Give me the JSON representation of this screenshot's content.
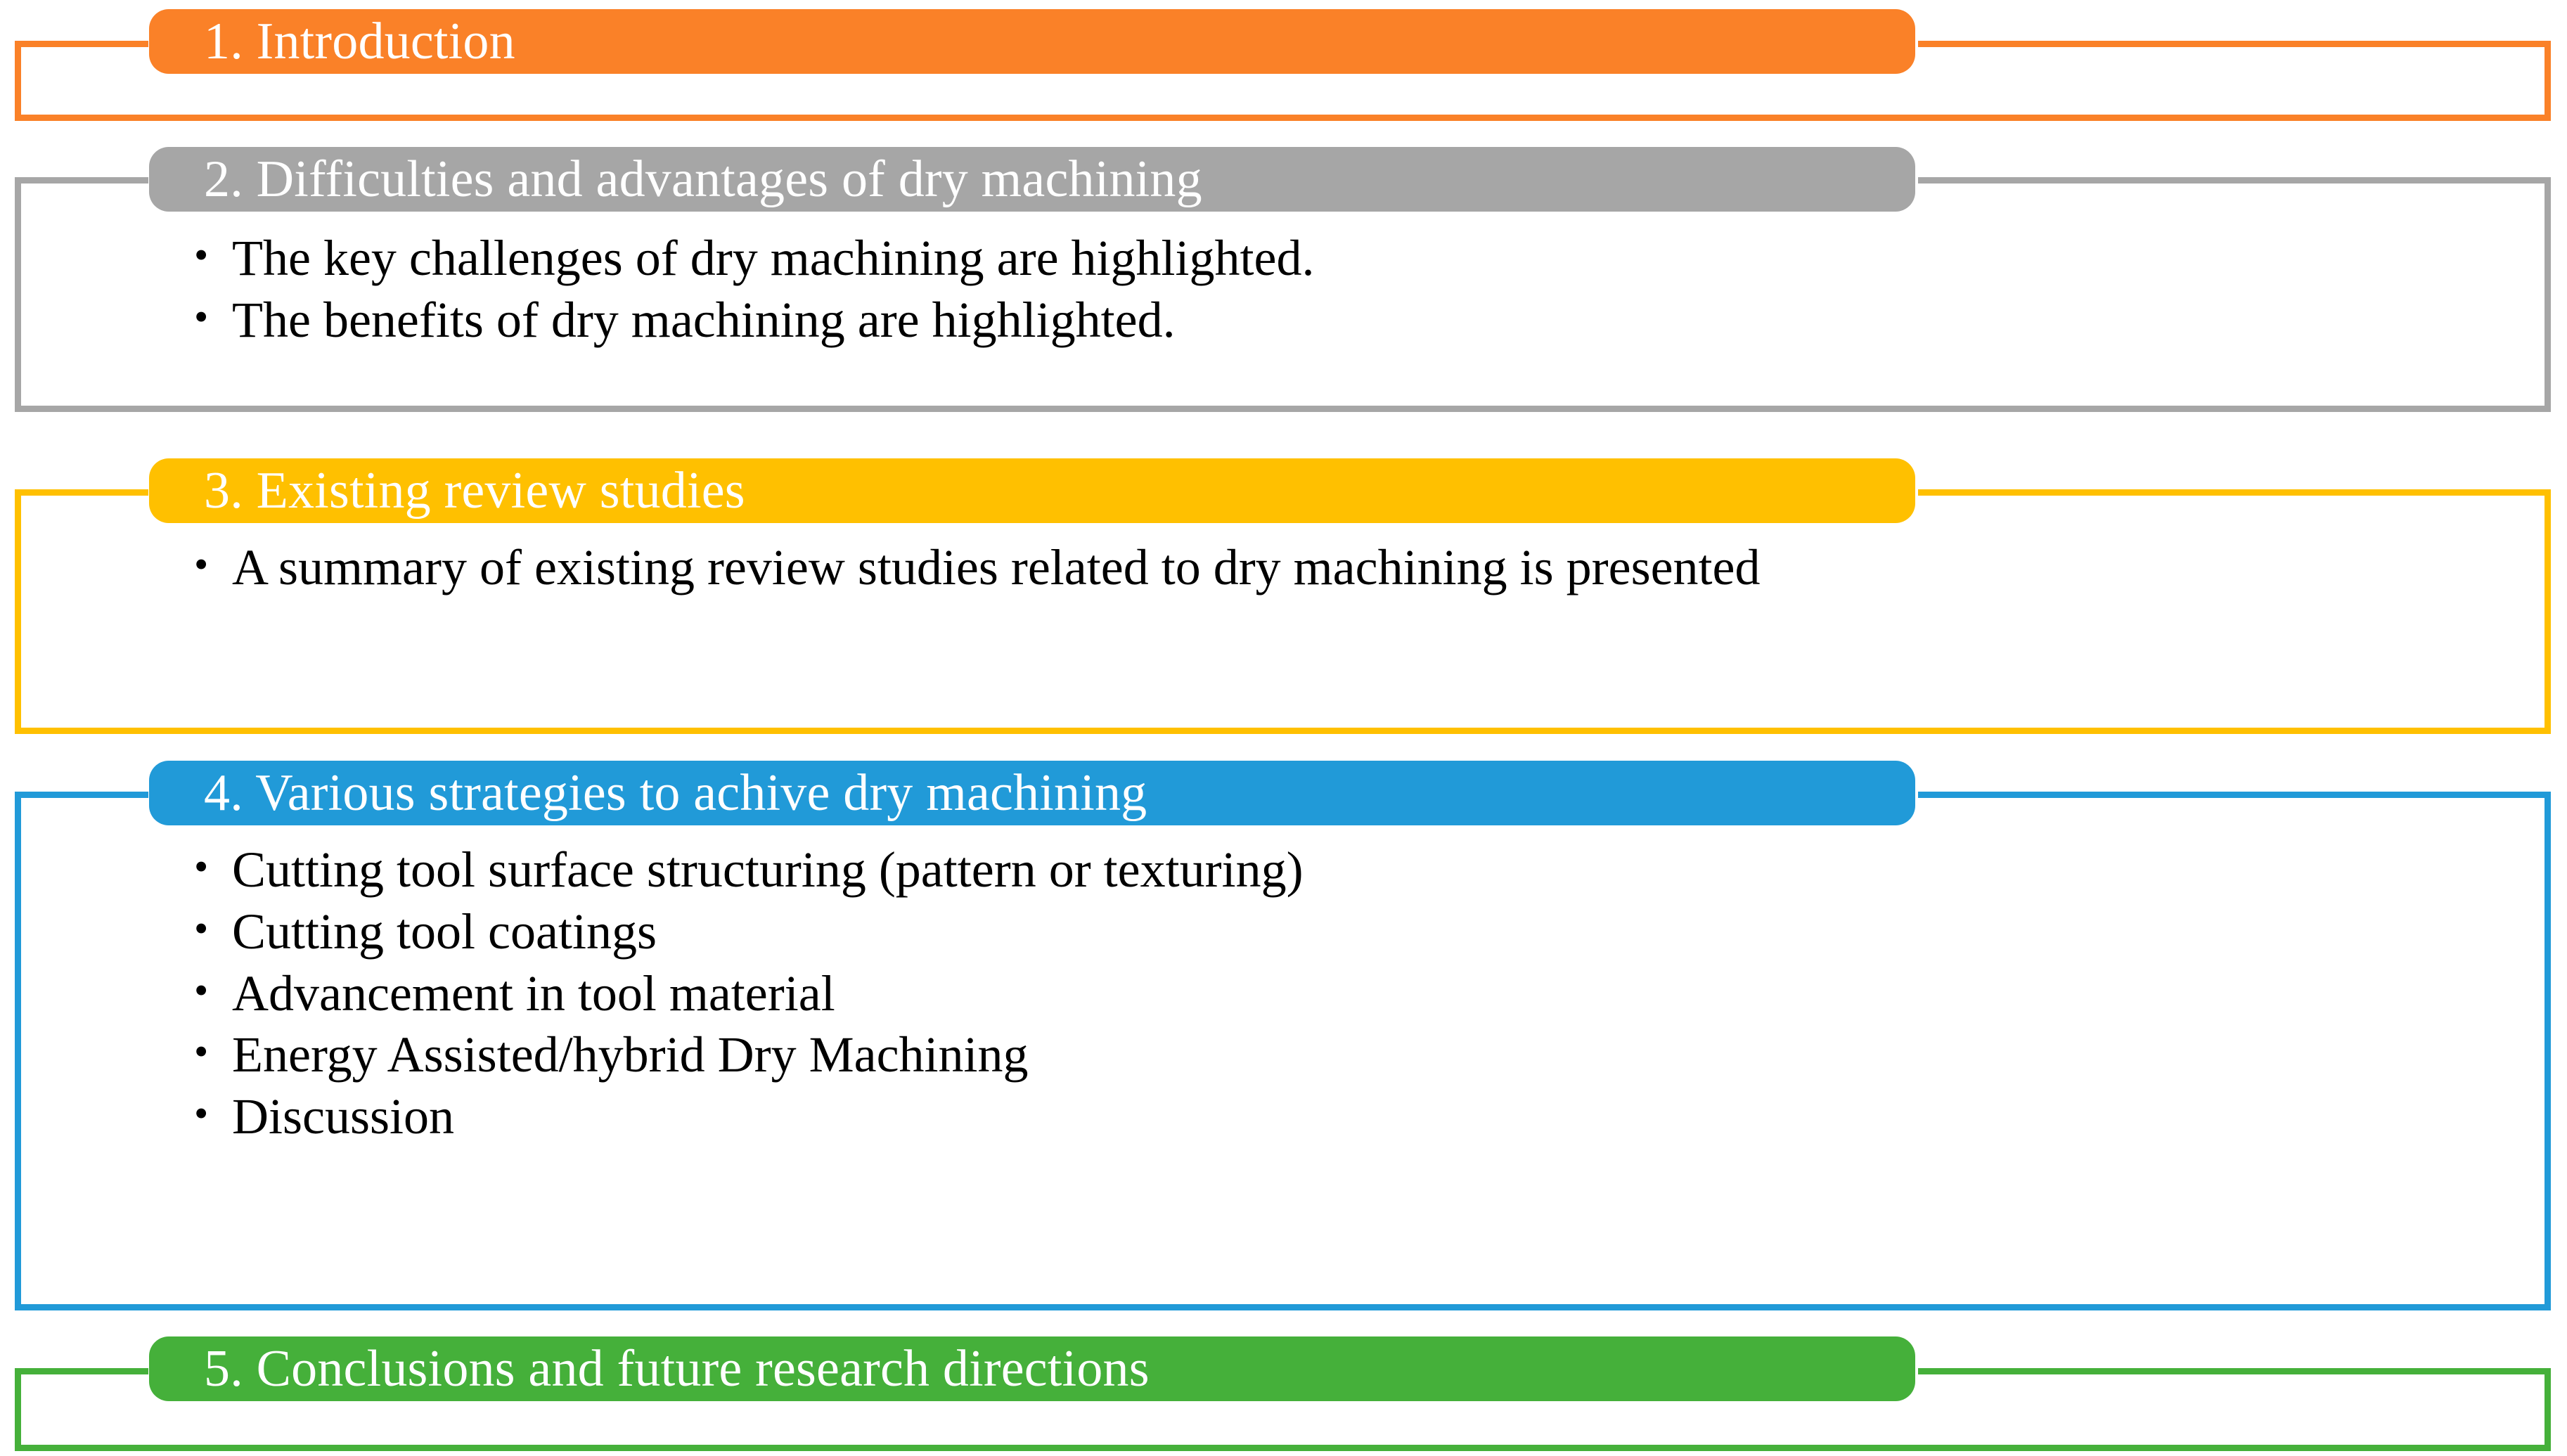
{
  "document": {
    "kind": "graphical-abstract-outline",
    "background": "#ffffff",
    "bullet_glyph": "•"
  },
  "palette": {
    "orange": "#FA8128",
    "gray": "#A6A6A6",
    "yellow": "#FFC000",
    "blue": "#219AD8",
    "green": "#45B03A",
    "text_dark": "#000000",
    "text_light": "#FFFFFF"
  },
  "sections": [
    {
      "id": "introduction",
      "number": "1.",
      "title": "1. Introduction",
      "color": "#FA8128",
      "bullets": []
    },
    {
      "id": "difficulties-advantages",
      "number": "2.",
      "title": "2. Difficulties and advantages of dry machining",
      "color": "#A6A6A6",
      "bullets": [
        "The key challenges of dry machining are highlighted.",
        "The benefits of dry machining are highlighted."
      ]
    },
    {
      "id": "existing-review-studies",
      "number": "3.",
      "title": "3. Existing review studies",
      "color": "#FFC000",
      "bullets": [
        "A summary of existing review studies related to dry machining is presented"
      ]
    },
    {
      "id": "strategies",
      "number": "4.",
      "title": "4. Various strategies to achive dry machining",
      "color": "#219AD8",
      "bullets": [
        "Cutting tool surface structuring (pattern or texturing)",
        "Cutting tool coatings",
        "Advancement in tool material",
        "Energy Assisted/hybrid Dry Machining",
        "Discussion"
      ]
    },
    {
      "id": "conclusions",
      "number": "5.",
      "title": "5. Conclusions and future research directions",
      "color": "#45B03A",
      "bullets": []
    }
  ]
}
